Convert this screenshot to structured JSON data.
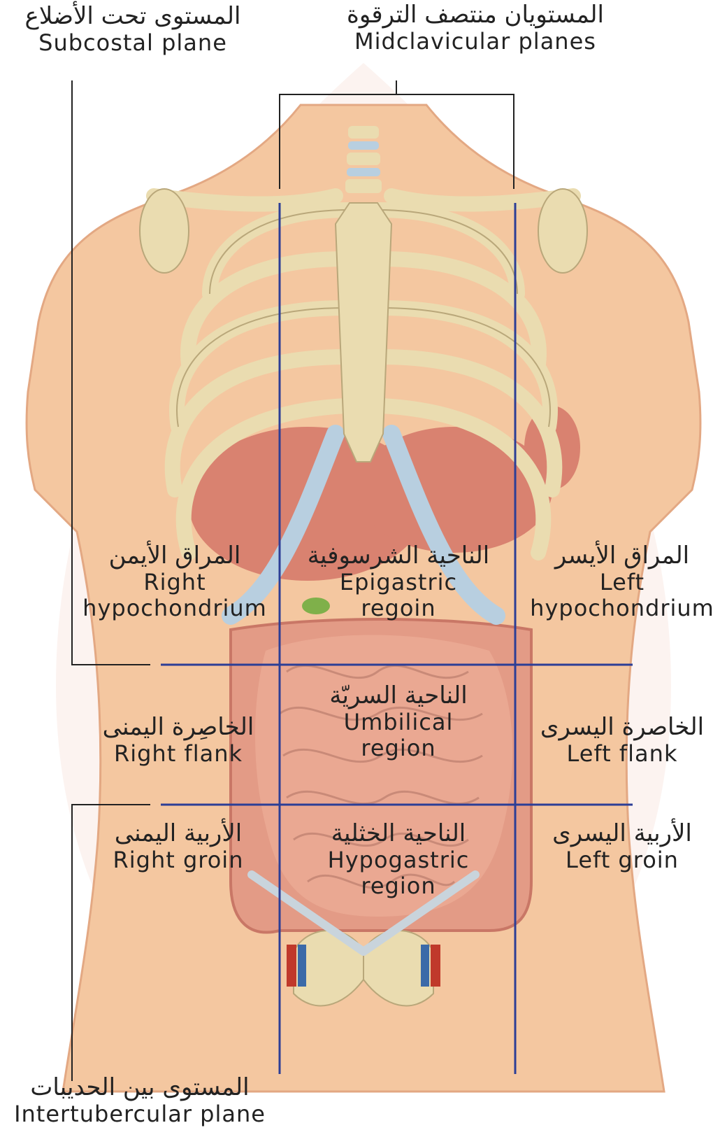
{
  "planes": {
    "subcostal": {
      "ar": "المستوى تحت الأضلاع",
      "en": "Subcostal plane"
    },
    "midclavicular": {
      "ar": "المستويان منتصف الترقوة",
      "en": "Midclavicular planes"
    },
    "intertubercular": {
      "ar": "المستوى بين الحديبات",
      "en": "Intertubercular plane"
    }
  },
  "regions": {
    "right_hypochondrium": {
      "ar": "المراق الأيمن",
      "en1": "Right",
      "en2": "hypochondrium"
    },
    "epigastric": {
      "ar": "الناحية الشرسوفية",
      "en1": "Epigastric",
      "en2": "regoin"
    },
    "left_hypochondrium": {
      "ar": "المراق الأيسر",
      "en1": "Left",
      "en2": "hypochondrium"
    },
    "right_flank": {
      "ar": "الخاصِرة اليمنى",
      "en1": "Right flank"
    },
    "umbilical": {
      "ar": "الناحية السريّة",
      "en1": "Umbilical",
      "en2": "region"
    },
    "left_flank": {
      "ar": "الخاصرة اليسرى",
      "en1": "Left flank"
    },
    "right_groin": {
      "ar": "الأربية اليمنى",
      "en1": "Right groin"
    },
    "hypogastric": {
      "ar": "الناحية الخثلية",
      "en1": "Hypogastric",
      "en2": "region"
    },
    "left_groin": {
      "ar": "الأربية اليسرى",
      "en1": "Left groin"
    }
  },
  "colors": {
    "skin": "#f4c7a0",
    "bone": "#eadcb0",
    "cartilage": "#b8cfe0",
    "organ": "#d98270",
    "plane_line": "#2c3e96"
  }
}
